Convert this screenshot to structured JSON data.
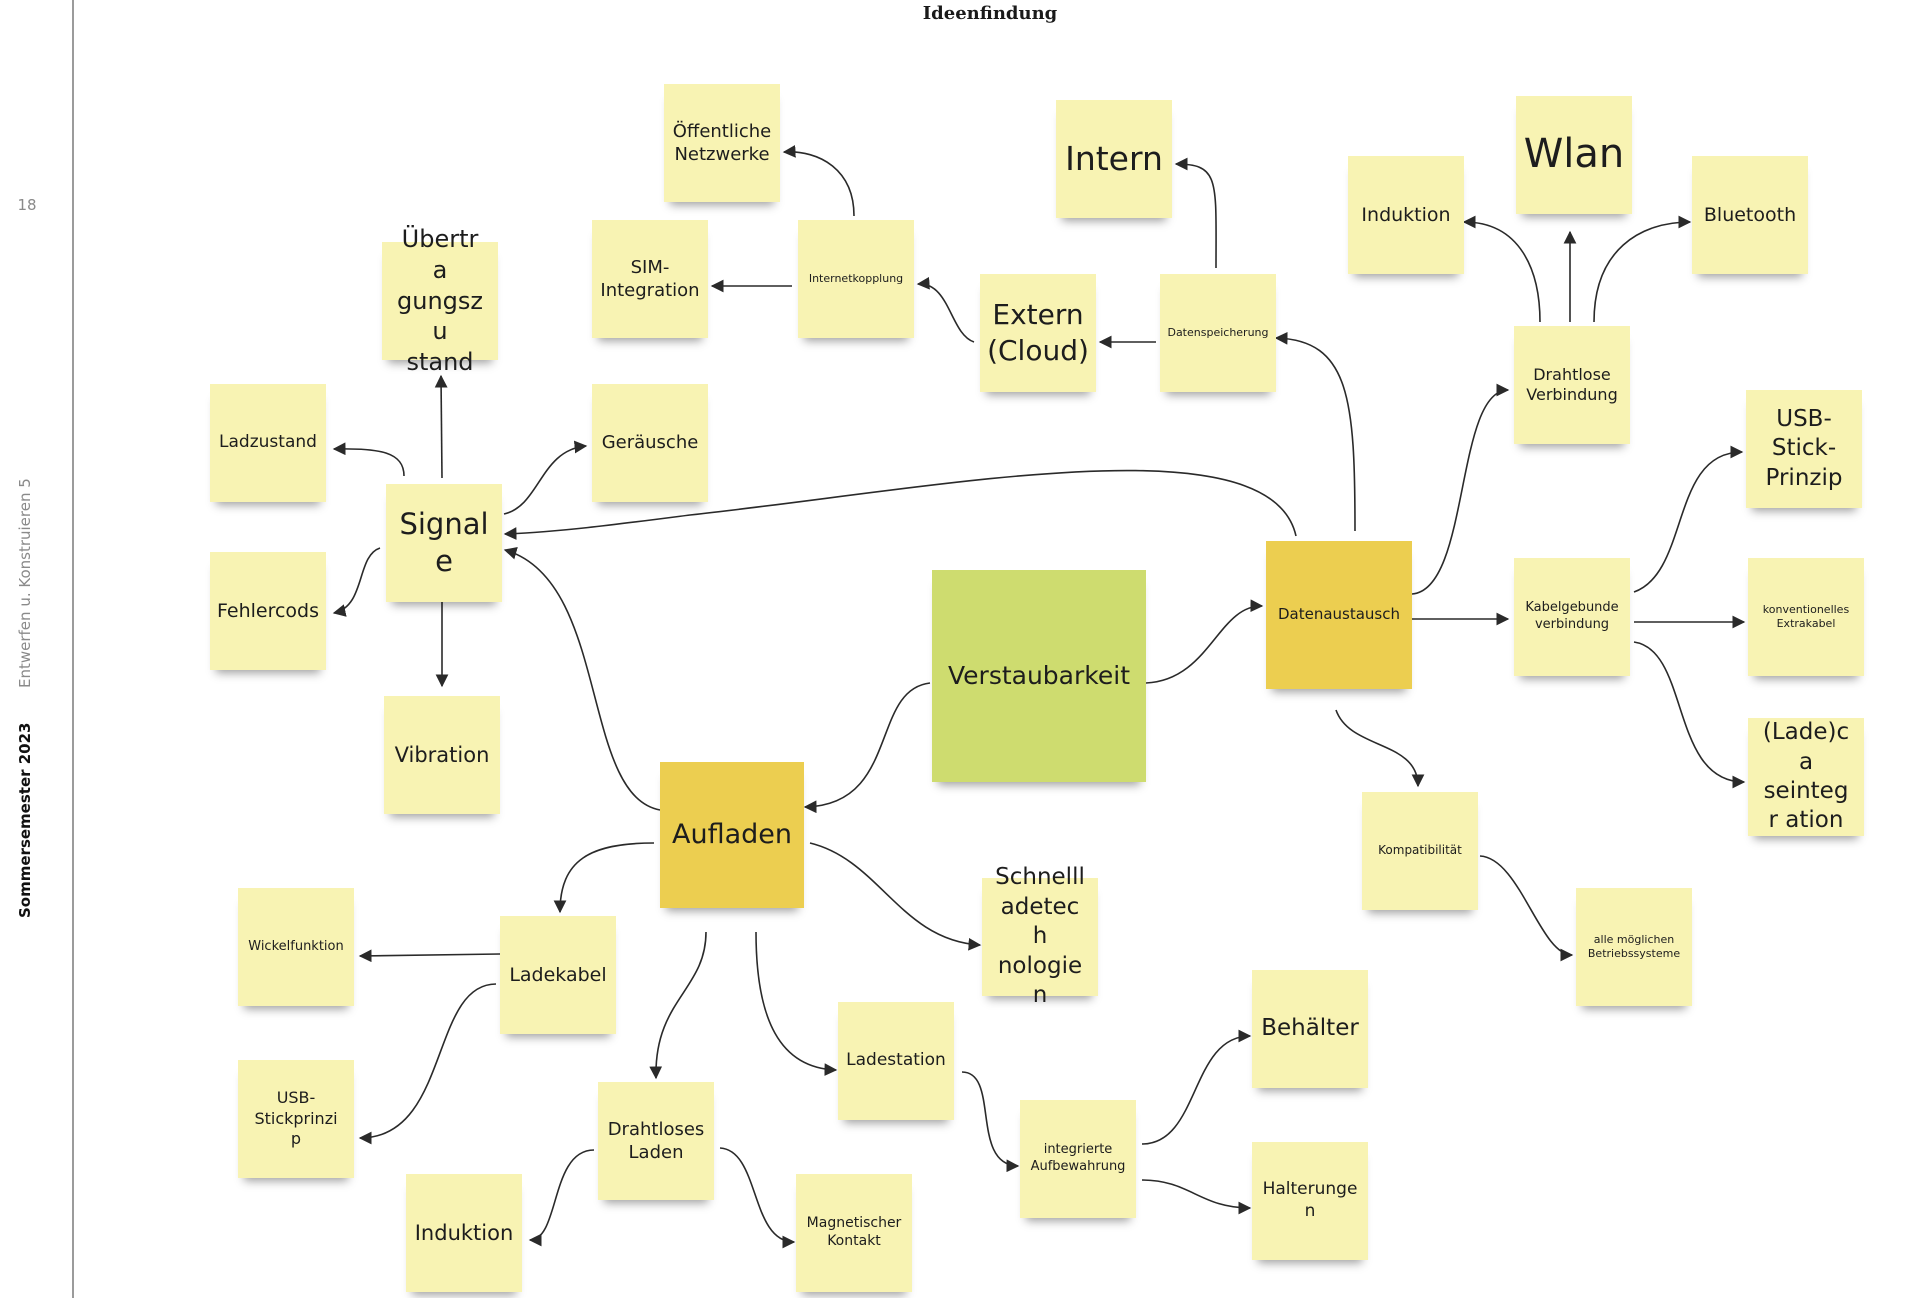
{
  "page": {
    "page_number": "18",
    "title": "Ideenfindung",
    "course": "Entwerfen u. Konstruieren 5",
    "semester": "Sommersemester 2023"
  },
  "colors": {
    "sticky_yellow": "#f8f3b3",
    "sticky_orange": "#ecce50",
    "sticky_green": "#cedc6f",
    "connector": "#2a2a2a"
  },
  "notes": {
    "verstaubarkeit": "Verstaubarkeit",
    "signale": "Signale",
    "aufladen": "Aufladen",
    "datenaustausch": "Datenaustausch",
    "uebertragungszustand": "Übertra gungszu stand",
    "ladzustand": "Ladzustand",
    "geraeusche": "Geräusche",
    "fehlercods": "Fehlercods",
    "vibration": "Vibration",
    "oeffentliche_netzwerke": "Öffentliche Netzwerke",
    "sim_integration": "SIM-Integration",
    "internetkopplung": "Internetkopplung",
    "intern": "Intern",
    "extern_cloud": "Extern (Cloud)",
    "datenspeicherung": "Datenspeicherung",
    "induktion_wireless": "Induktion",
    "wlan": "Wlan",
    "bluetooth": "Bluetooth",
    "drahtlose_verbindung": "Drahtlose Verbindung",
    "usb_stick_prinzip": "USB-Stick-Prinzip",
    "kabelgebunde_verbindung": "Kabelgebunde verbindung",
    "konventionelles_extrakabel": "konventionelles Extrakabel",
    "ladecaseintegration": "(Lade)ca seintegr ation",
    "kompatibilitaet": "Kompatibilität",
    "betriebssysteme": "alle möglichen Betriebssysteme",
    "wickelfunktion": "Wickelfunktion",
    "ladekabel": "Ladekabel",
    "usb_stickprinzip": "USB-Stickprinzip",
    "schnellladetechnologien": "Schnelll adetech nologien",
    "drahtloses_laden": "Drahtloses Laden",
    "induktion_laden": "Induktion",
    "magnetischer_kontakt": "Magnetischer Kontakt",
    "ladestation": "Ladestation",
    "integrierte_aufbewahrung": "integrierte Aufbewahrung",
    "behaelter": "Behälter",
    "halterungen": "Halterungen"
  }
}
